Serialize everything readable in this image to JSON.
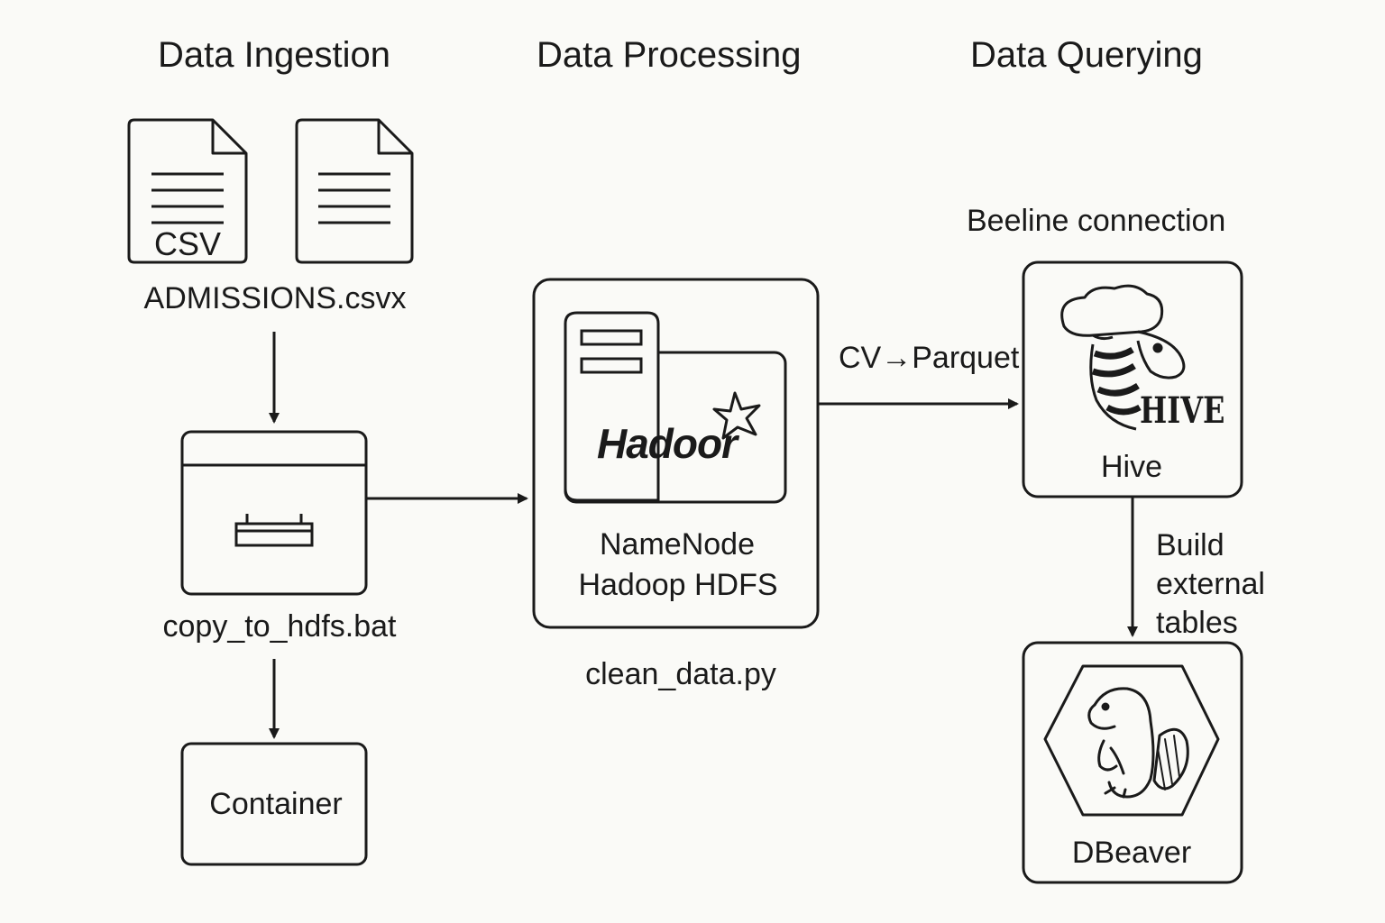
{
  "sections": {
    "ingestion": "Data Ingestion",
    "processing": "Data Processing",
    "querying": "Data Querying"
  },
  "ingestion": {
    "csv_icon_text": "CSV",
    "file_label": "ADMISSIONS.csvx",
    "script_label": "copy_to_hdfs.bat",
    "container_label": "Container"
  },
  "processing": {
    "logo_text": "Hadoor",
    "node_line1": "NameNode",
    "node_line2": "Hadoop HDFS",
    "script_label": "clean_data.py"
  },
  "querying": {
    "connection_label": "Beeline connection",
    "hive_logo_text": "HIVE",
    "hive_label": "Hive",
    "dbeaver_label": "DBeaver"
  },
  "edges": {
    "hdfs_to_hive": "CV→Parquet",
    "hive_to_dbeaver": [
      "Build",
      "external",
      "tables"
    ]
  },
  "colors": {
    "stroke": "#1a1a1a",
    "background": "#fafaf7"
  }
}
